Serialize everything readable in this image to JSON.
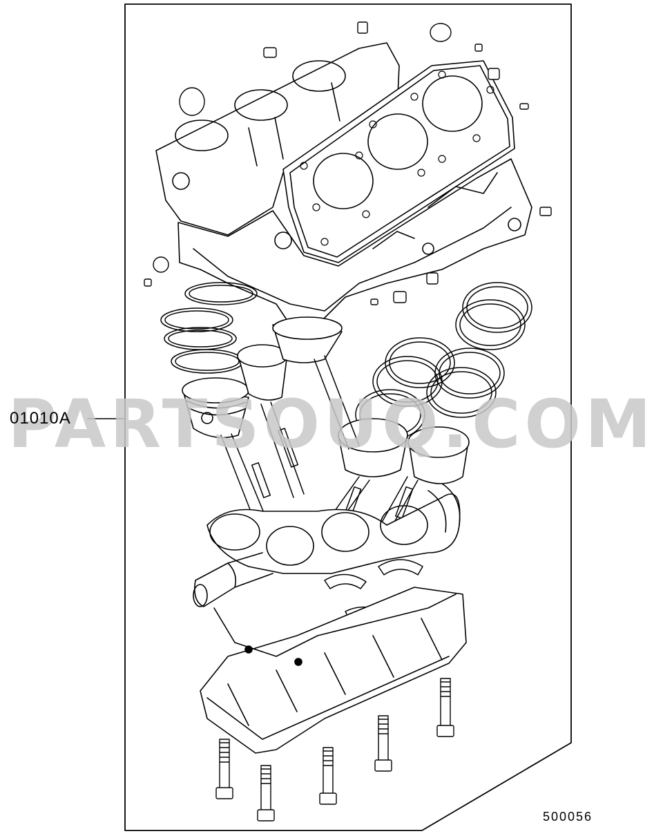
{
  "diagram": {
    "part_callouts": [
      {
        "code": "01010A"
      }
    ],
    "figure_code": "500056",
    "watermark": "PARTSOUQ.COM"
  }
}
